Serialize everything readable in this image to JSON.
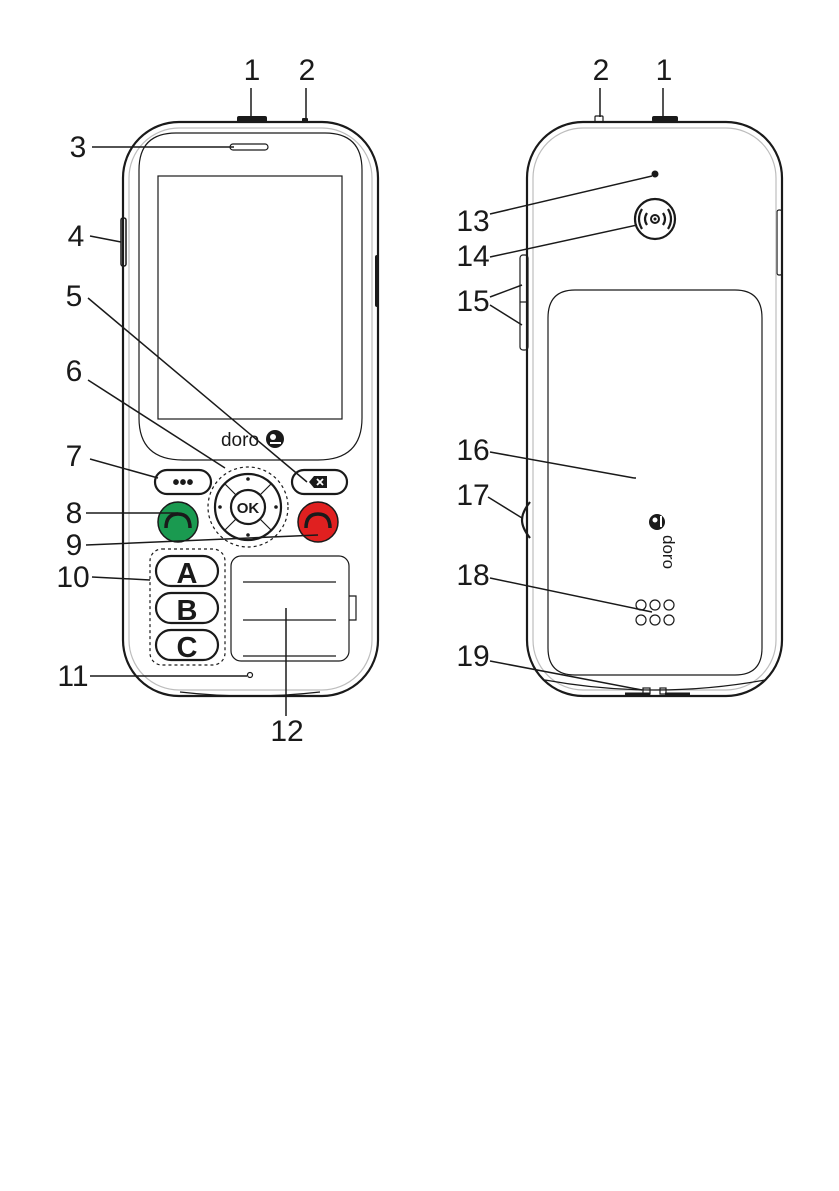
{
  "callouts": [
    "1",
    "2",
    "3",
    "4",
    "5",
    "6",
    "7",
    "8",
    "9",
    "10",
    "11",
    "12",
    "13",
    "14",
    "15",
    "16",
    "17",
    "18",
    "19"
  ],
  "brand": {
    "front_logo": "doro",
    "back_logo": "doro"
  },
  "keys": {
    "ok": "OK",
    "menu": "•••",
    "memory_a": "A",
    "memory_b": "B",
    "memory_c": "C"
  },
  "colors": {
    "call_button": "#1a9a50",
    "end_button": "#e02020",
    "outline": "#1a1a1a"
  },
  "icons": {
    "clear": "backspace-icon",
    "call": "phone-handset-icon",
    "end": "phone-handset-icon",
    "camera": "camera-icon",
    "emergency": "emergency-signal-icon",
    "speaker": "speaker-grille-icon"
  }
}
